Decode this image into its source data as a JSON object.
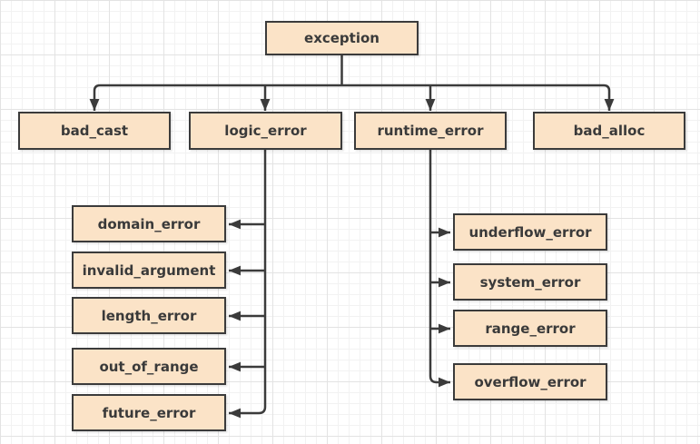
{
  "colors": {
    "background": "#ffffff",
    "grid_minor": "#f2f2f2",
    "grid_major": "#e3e3e3",
    "node_fill": "#fbe3c7",
    "node_border": "#3b3b3b",
    "connector": "#3b3b3b",
    "text": "#3a3a3a"
  },
  "nodes": {
    "root": {
      "label": "exception"
    },
    "level1": [
      {
        "label": "bad_cast"
      },
      {
        "label": "logic_error"
      },
      {
        "label": "runtime_error"
      },
      {
        "label": "bad_alloc"
      }
    ],
    "logic_children": [
      {
        "label": "domain_error"
      },
      {
        "label": "invalid_argument"
      },
      {
        "label": "length_error"
      },
      {
        "label": "out_of_range"
      },
      {
        "label": "future_error"
      }
    ],
    "runtime_children": [
      {
        "label": "underflow_error"
      },
      {
        "label": "system_error"
      },
      {
        "label": "range_error"
      },
      {
        "label": "overflow_error"
      }
    ]
  },
  "edges": [
    {
      "from": "exception",
      "to": "bad_cast"
    },
    {
      "from": "exception",
      "to": "logic_error"
    },
    {
      "from": "exception",
      "to": "runtime_error"
    },
    {
      "from": "exception",
      "to": "bad_alloc"
    },
    {
      "from": "logic_error",
      "to": "domain_error"
    },
    {
      "from": "logic_error",
      "to": "invalid_argument"
    },
    {
      "from": "logic_error",
      "to": "length_error"
    },
    {
      "from": "logic_error",
      "to": "out_of_range"
    },
    {
      "from": "logic_error",
      "to": "future_error"
    },
    {
      "from": "runtime_error",
      "to": "underflow_error"
    },
    {
      "from": "runtime_error",
      "to": "system_error"
    },
    {
      "from": "runtime_error",
      "to": "range_error"
    },
    {
      "from": "runtime_error",
      "to": "overflow_error"
    }
  ]
}
